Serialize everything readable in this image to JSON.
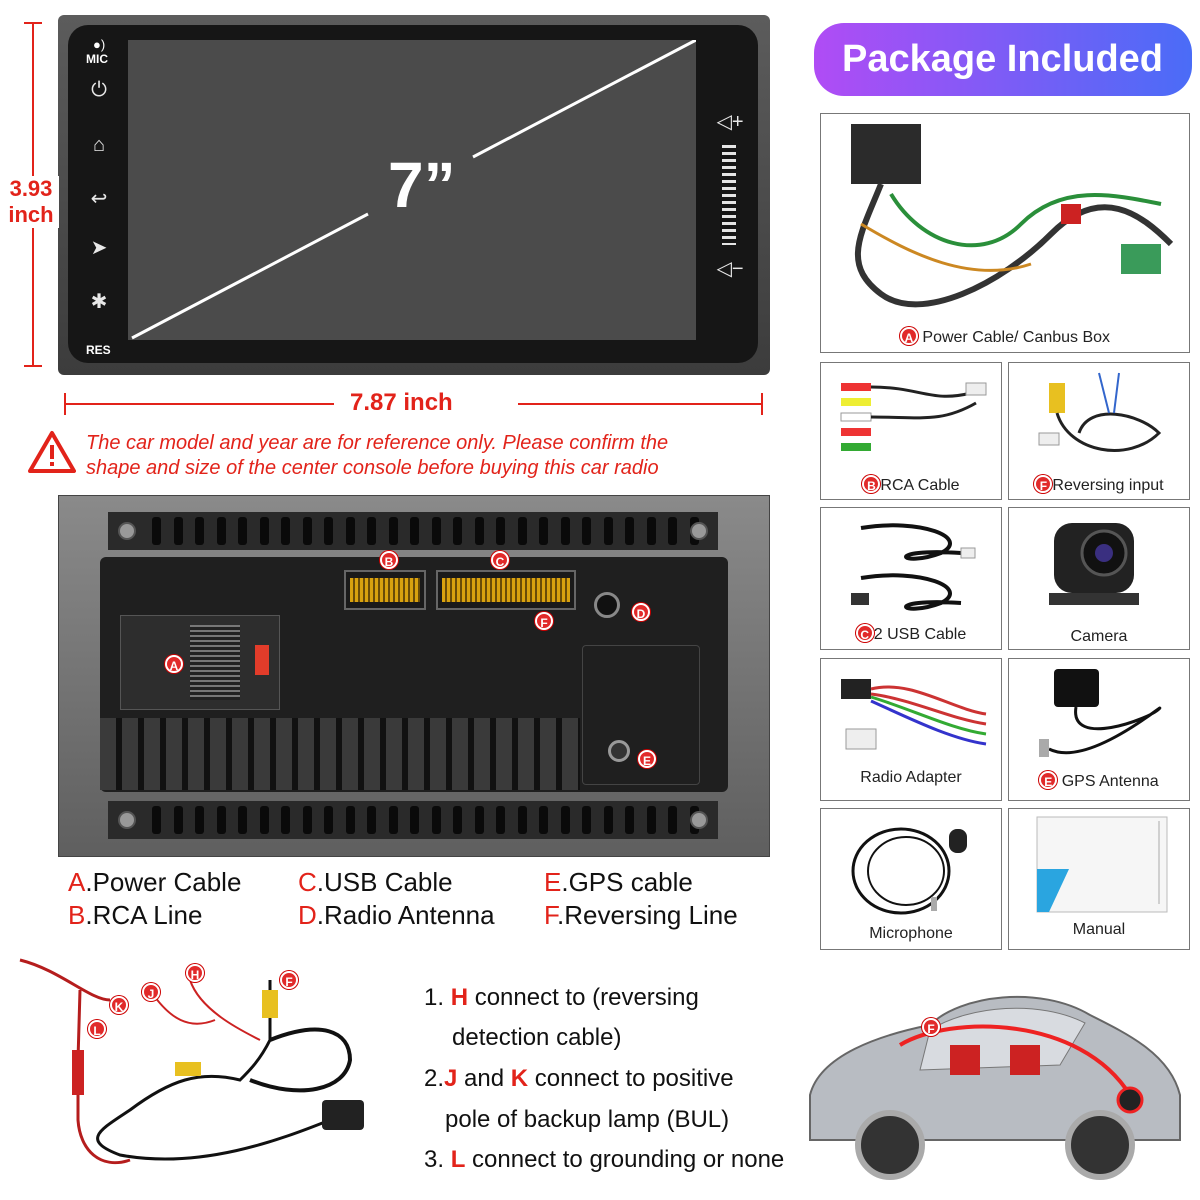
{
  "unit": {
    "mic_label": "MIC",
    "res_label": "RES",
    "size_label": "7”",
    "height_label": "3.93\ninch",
    "width_label": "7.87 inch"
  },
  "warning": {
    "line1": "The car model and year are for reference only. Please confirm the",
    "line2": "shape and size of the center console before buying this car radio"
  },
  "package": {
    "title": "Package Included",
    "items": [
      {
        "badge": "A",
        "label": "Power Cable/ Canbus Box"
      },
      {
        "badge": "B",
        "label": "RCA Cable"
      },
      {
        "badge": "F",
        "label": "Reversing input"
      },
      {
        "badge": "C",
        "label": "2 USB Cable"
      },
      {
        "badge": "",
        "label": "Camera"
      },
      {
        "badge": "",
        "label": "Radio Adapter"
      },
      {
        "badge": "E",
        "label": "GPS Antenna"
      },
      {
        "badge": "",
        "label": "Microphone"
      },
      {
        "badge": "",
        "label": "Manual"
      }
    ]
  },
  "back_badges": {
    "a": "A",
    "b": "B",
    "c": "C",
    "d": "D",
    "e": "E",
    "f": "F"
  },
  "legend": [
    {
      "letter": "A",
      "text": ".Power Cable"
    },
    {
      "letter": "B",
      "text": ".RCA Line"
    },
    {
      "letter": "C",
      "text": ".USB Cable"
    },
    {
      "letter": "D",
      "text": ".Radio Antenna"
    },
    {
      "letter": "E",
      "text": ".GPS cable"
    },
    {
      "letter": "F",
      "text": ".Reversing Line"
    }
  ],
  "wire_badges": {
    "k": "K",
    "j": "J",
    "h": "H",
    "f": "F",
    "l": "L",
    "car": "F"
  },
  "steps": {
    "s1_num": "1. ",
    "s1_key": "H",
    "s1_a": " connect to (reversing",
    "s1_b": "detection cable)",
    "s2_num": "2.",
    "s2_key1": "J",
    "s2_mid": " and ",
    "s2_key2": "K",
    "s2_a": " connect to positive",
    "s2_b": "pole of backup lamp (BUL)",
    "s3_num": "3. ",
    "s3_key": "L",
    "s3_a": " connect to grounding or none"
  }
}
